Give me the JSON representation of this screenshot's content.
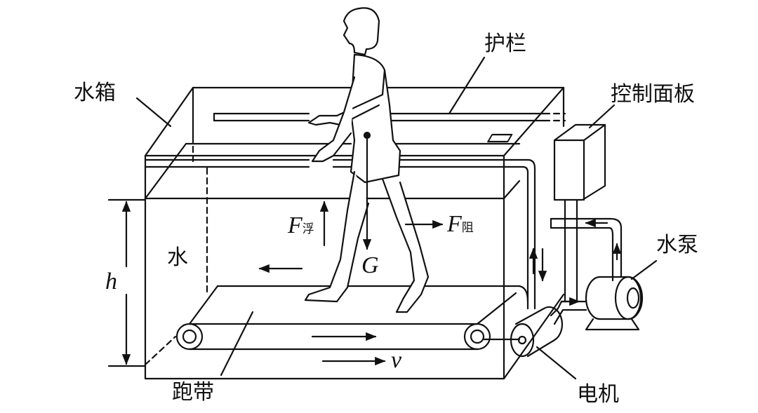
{
  "labels": {
    "guardrail": "护栏",
    "water_tank": "水箱",
    "control_panel": "控制面板",
    "water_pump": "水泵",
    "motor": "电机",
    "belt": "跑带",
    "water": "水",
    "height": "h",
    "buoyancy_symbol": "F",
    "buoyancy_sub": "浮",
    "drag_symbol": "F",
    "drag_sub": "阻",
    "gravity": "G",
    "velocity": "v"
  }
}
